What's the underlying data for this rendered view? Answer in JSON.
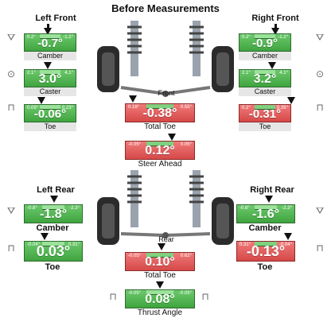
{
  "title": "Before Measurements",
  "left_front": {
    "label": "Left Front",
    "camber": {
      "value": "-0.7°",
      "min": "0.2°",
      "max": "-1.2°",
      "label": "Camber"
    },
    "caster": {
      "value": "3.0°",
      "min": "2.1°",
      "max": "4.1°",
      "label": "Caster"
    },
    "toe": {
      "value": "-0.06°",
      "min": "0.09°",
      "max": "0.23°",
      "label": "Toe"
    }
  },
  "right_front": {
    "label": "Right Front",
    "camber": {
      "value": "-0.9°",
      "min": "0.2°",
      "max": "-1.2°",
      "label": "Camber"
    },
    "caster": {
      "value": "3.2°",
      "min": "2.1°",
      "max": "4.1°",
      "label": "Caster"
    },
    "toe": {
      "value": "-0.31°",
      "min": "0.2°",
      "max": "0.35°",
      "label": "Toe"
    }
  },
  "front_total_toe": {
    "caption": "Front",
    "value": "-0.38°",
    "min": "0.18°",
    "max": "0.55°",
    "label": "Total Toe"
  },
  "steer_ahead": {
    "value": "0.12°",
    "min": "-0.05°",
    "max": "0.05°",
    "label": "Steer Ahead"
  },
  "left_rear": {
    "label": "Left Rear",
    "camber": {
      "value": "-1.8°",
      "min": "-0.8°",
      "max": "-2.3°",
      "label": "Camber"
    },
    "toe": {
      "value": "0.03°",
      "min": "-0.04°",
      "max": "0.31°",
      "label": "Toe"
    }
  },
  "right_rear": {
    "label": "Right Rear",
    "camber": {
      "value": "-1.6°",
      "min": "-0.8°",
      "max": "-2.3°",
      "label": "Camber"
    },
    "toe": {
      "value": "-0.13°",
      "min": "0.31°",
      "max": "-0.04°",
      "label": "Toe"
    }
  },
  "rear_total_toe": {
    "caption": "Rear",
    "value": "0.10°",
    "min": "-0.05°",
    "max": "0.62°",
    "label": "Total Toe"
  },
  "thrust_angle": {
    "value": "0.08°",
    "min": "-0.05°",
    "max": "-0.05°",
    "label": "Thrust Angle"
  },
  "colors": {
    "in_spec": "#4bb04b",
    "out_of_spec": "#e05a5a"
  },
  "icons": {
    "camber": "camber-wheel-icon",
    "caster": "caster-wheel-icon",
    "toe": "toe-wheels-icon"
  }
}
